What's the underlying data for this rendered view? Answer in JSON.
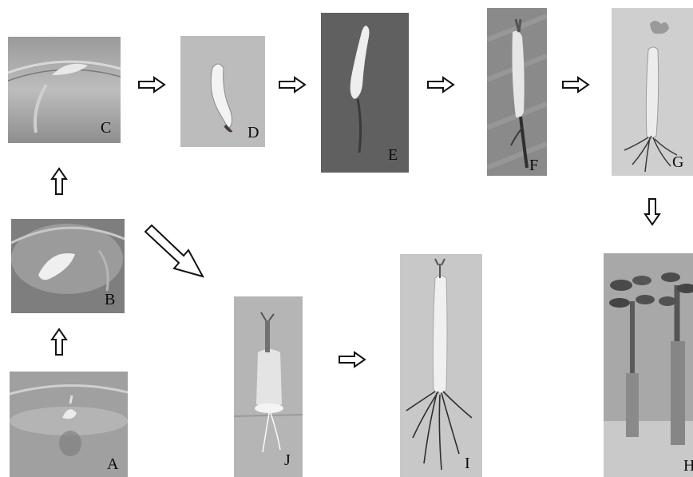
{
  "panels": {
    "A": {
      "label": "A"
    },
    "B": {
      "label": "B"
    },
    "C": {
      "label": "C"
    },
    "D": {
      "label": "D"
    },
    "E": {
      "label": "E"
    },
    "F": {
      "label": "F"
    },
    "G": {
      "label": "G"
    },
    "H": {
      "label": "H"
    },
    "I": {
      "label": "I"
    },
    "J": {
      "label": "J"
    }
  },
  "colors": {
    "arrow_stroke": "#111111",
    "arrow_fill": "#ffffff",
    "label": "#0a0a0a"
  }
}
